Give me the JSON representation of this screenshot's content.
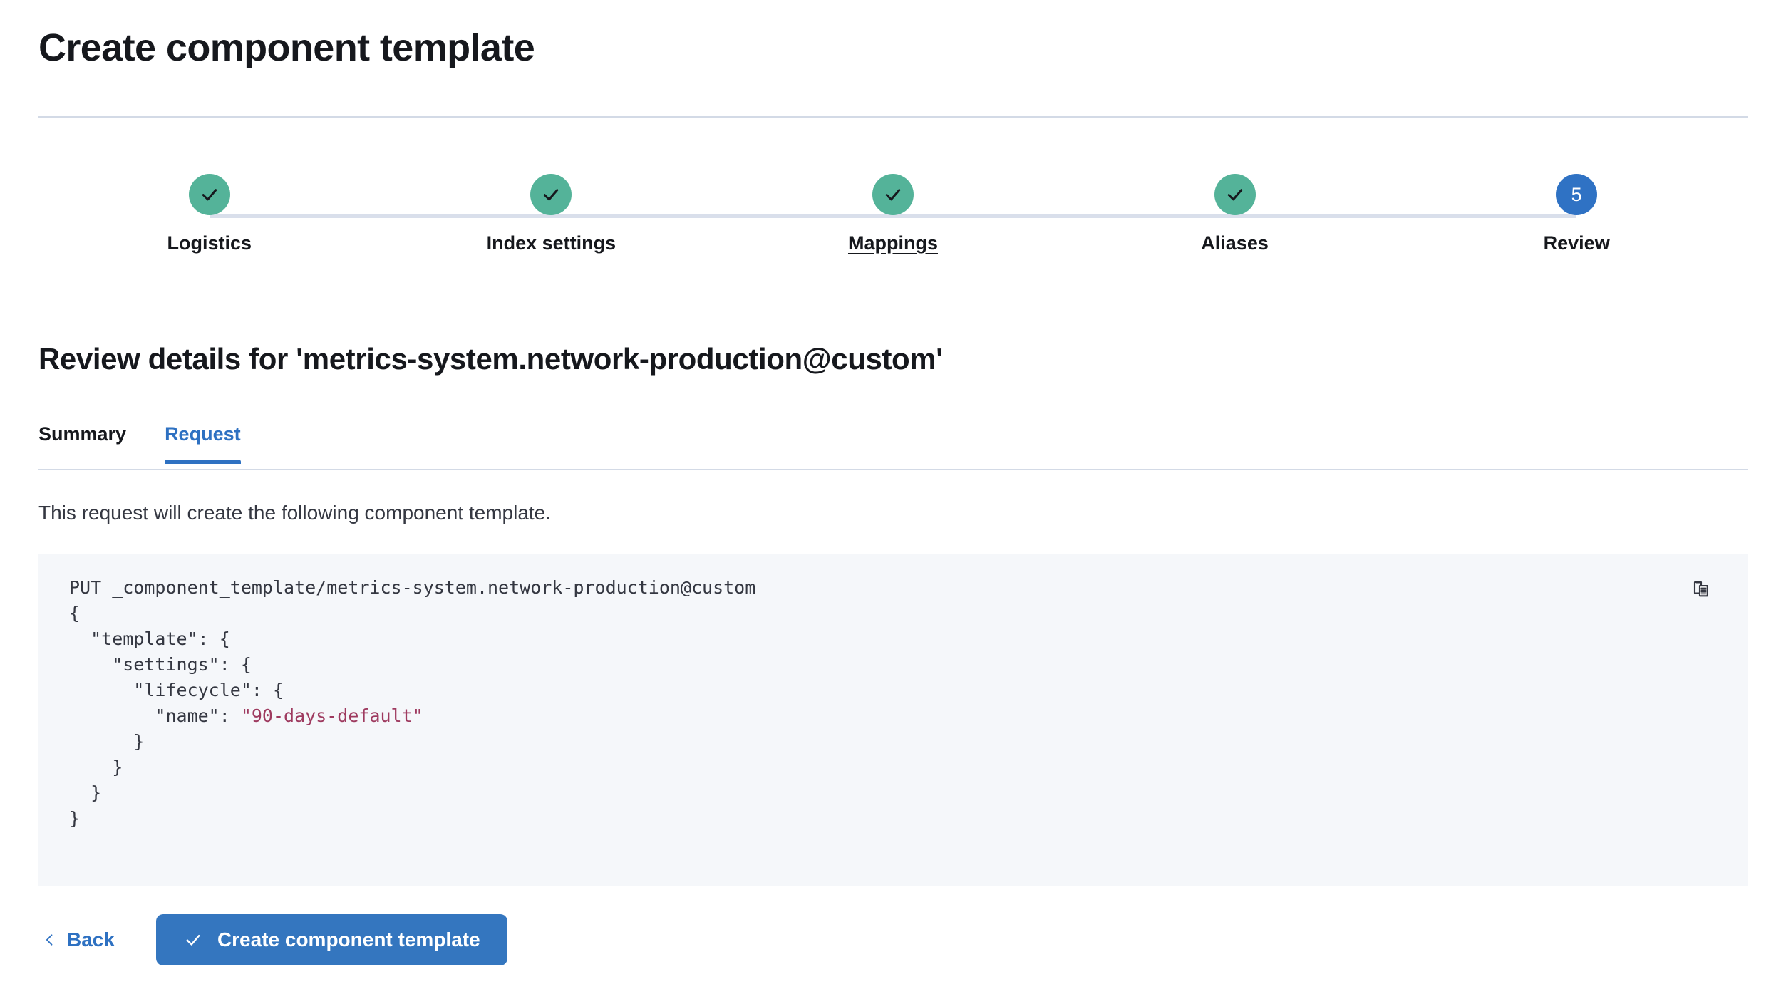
{
  "header": {
    "title": "Create component template"
  },
  "stepper": {
    "steps": [
      {
        "label": "Logistics",
        "state": "complete",
        "icon": "check-icon",
        "number": "1",
        "hovered": false
      },
      {
        "label": "Index settings",
        "state": "complete",
        "icon": "check-icon",
        "number": "2",
        "hovered": false
      },
      {
        "label": "Mappings",
        "state": "complete",
        "icon": "check-icon",
        "number": "3",
        "hovered": true
      },
      {
        "label": "Aliases",
        "state": "complete",
        "icon": "check-icon",
        "number": "4",
        "hovered": false
      },
      {
        "label": "Review",
        "state": "current",
        "icon": "number",
        "number": "5",
        "hovered": false
      }
    ],
    "complete_color": "#54b399",
    "current_color": "#2f72c4",
    "connector_color": "#d9dfeb"
  },
  "review": {
    "heading": "Review details for 'metrics-system.network-production@custom'",
    "tabs": [
      {
        "label": "Summary",
        "active": false
      },
      {
        "label": "Request",
        "active": true
      }
    ],
    "description": "This request will create the following component template.",
    "accent_color": "#2e71c2"
  },
  "code": {
    "copy_icon": "copy-to-clipboard-icon",
    "method_and_path": "PUT _component_template/metrics-system.network-production@custom",
    "lines": [
      "PUT _component_template/metrics-system.network-production@custom",
      "{",
      "  \"template\": {",
      "    \"settings\": {",
      "      \"lifecycle\": {",
      "        \"name\": \"90-days-default\"",
      "      }",
      "    }",
      "  }",
      "}"
    ],
    "string_value": "\"90-days-default\"",
    "string_color": "#9e3a5f",
    "background": "#f5f7fa"
  },
  "actions": {
    "back_label": "Back",
    "back_icon": "chevron-left-icon",
    "submit_label": "Create component template",
    "submit_icon": "check-icon",
    "submit_color": "#3476bf"
  }
}
